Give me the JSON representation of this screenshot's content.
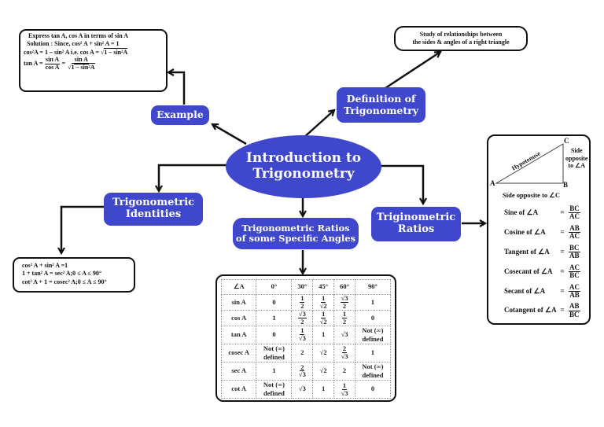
{
  "colors": {
    "node_fill": "#3f48cc",
    "node_text": "#ffffff",
    "line": "#111111"
  },
  "center": {
    "line1": "Introduction to",
    "line2": "Trigonometry"
  },
  "nodes": {
    "definition": {
      "line1": "Definition of",
      "line2": "Trigonometry"
    },
    "example": {
      "label": "Example"
    },
    "identities": {
      "line1": "Trigonometric",
      "line2": "Identities"
    },
    "specific_angles": {
      "line1": "Trigonometric Ratios",
      "line2": "of some Specific Angles"
    },
    "ratios": {
      "line1": "Triginometric",
      "line2": "Ratios"
    }
  },
  "definition_note": {
    "line1": "Study of relationships between",
    "line2": "the sides & angles of a right triangle"
  },
  "example_note": {
    "line1": "Express tan A, cos A in terms of sin A",
    "line2": "Solution : Since, cos² A + sin² A = 1",
    "line3_left": "cos²A = 1 – sin² A i.e. cos A = ",
    "line3_root": "1 – sin²A",
    "line4_left": "tan A =",
    "frac1_num": "sin A",
    "frac1_den": "cos A",
    "eq": "=",
    "frac2_num": "sin A",
    "frac2_den_root": "1 – sin²A"
  },
  "identities_note": {
    "lines": [
      "cos² A + sin² A =1",
      "1 + tan² A = sec² A;0 ≤ A ≤ 90°",
      "cot² A + 1 = cosec² A;0 ≤ A ≤ 90°"
    ]
  },
  "triangle": {
    "vertex_a": "A",
    "vertex_b": "B",
    "vertex_c": "C",
    "hypotenuse": "Hypotenuse",
    "side_opp_a_1": "Side",
    "side_opp_a_2": "opposite",
    "side_opp_a_3": "to ∠A",
    "side_opp_c": "Side opposite to ∠C"
  },
  "ratio_defs": [
    {
      "label": "Sine of ∠A",
      "eq": "=",
      "num": "BC",
      "den": "AC"
    },
    {
      "label": "Cosine of ∠A",
      "eq": "=",
      "num": "AB",
      "den": "AC"
    },
    {
      "label": "Tangent of ∠A",
      "eq": "=",
      "num": "BC",
      "den": "AB"
    },
    {
      "label": "Cosecant of ∠A",
      "eq": "=",
      "num": "AC",
      "den": "BC"
    },
    {
      "label": "Secant of ∠A",
      "eq": "=",
      "num": "AC",
      "den": "AB"
    },
    {
      "label": "Cotangent of ∠A",
      "eq": "=",
      "num": "AB",
      "den": "BC"
    }
  ],
  "angles_table": {
    "headers": [
      "∠A",
      "0°",
      "30°",
      "45°",
      "60°",
      "90°"
    ],
    "rows": [
      {
        "name": "sin A",
        "cells": [
          "0",
          "1/2",
          "1/√2",
          "√3/2",
          "1"
        ]
      },
      {
        "name": "cos A",
        "cells": [
          "1",
          "√3/2",
          "1/√2",
          "1/2",
          "0"
        ]
      },
      {
        "name": "tan A",
        "cells": [
          "0",
          "1/√3",
          "1",
          "√3",
          "Not (∞) defined"
        ]
      },
      {
        "name": "cosec A",
        "cells": [
          "Not (∞) defined",
          "2",
          "√2",
          "2/√3",
          "1"
        ]
      },
      {
        "name": "sec A",
        "cells": [
          "1",
          "2/√3",
          "√2",
          "2",
          "Not (∞) defined"
        ]
      },
      {
        "name": "cot A",
        "cells": [
          "Not (∞) defined",
          "√3",
          "1",
          "1/√3",
          "0"
        ]
      }
    ]
  }
}
